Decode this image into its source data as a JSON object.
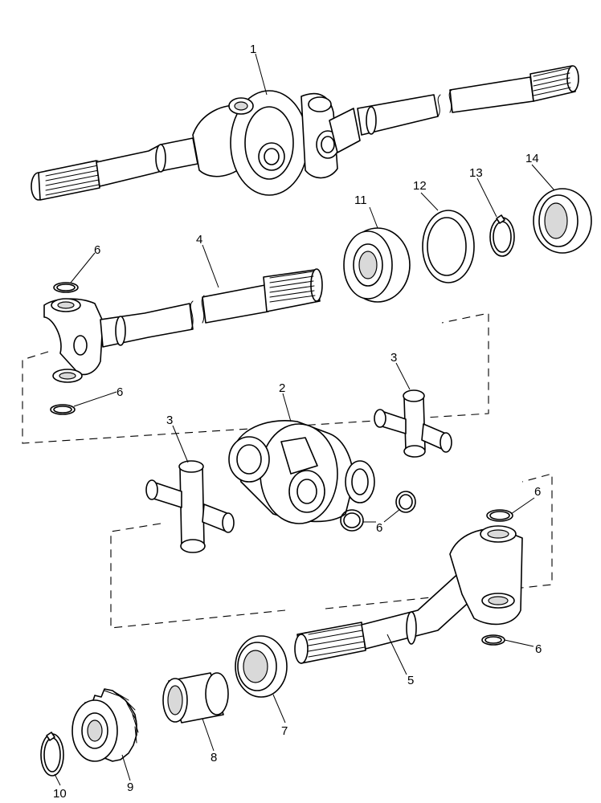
{
  "callouts": {
    "c1": "1",
    "c2": "2",
    "c3a": "3",
    "c3b": "3",
    "c4": "4",
    "c5": "5",
    "c6a": "6",
    "c6b": "6",
    "c6c": "6",
    "c6d": "6",
    "c6e": "6",
    "c7": "7",
    "c8": "8",
    "c9": "9",
    "c10": "10",
    "c11": "11",
    "c12": "12",
    "c13": "13",
    "c14": "14"
  },
  "colors": {
    "line": "#000000",
    "background": "#ffffff",
    "shade": "#d9d9d9"
  }
}
